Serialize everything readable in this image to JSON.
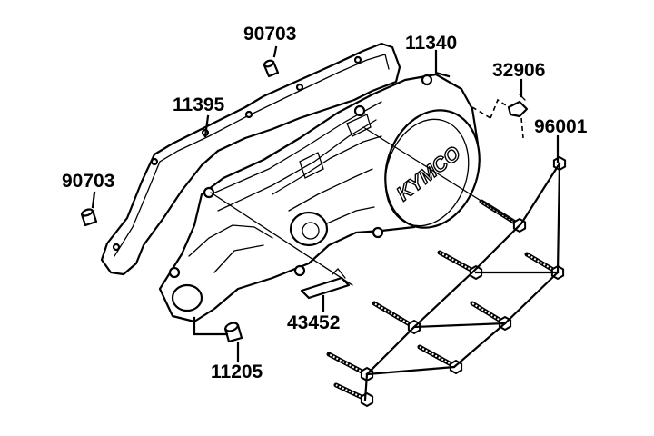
{
  "diagram": {
    "brand_logo": "KYMCO",
    "part_numbers": {
      "dowel_pin_top": "90703",
      "dowel_pin_left": "90703",
      "gasket": "11395",
      "cover": "11340",
      "clip": "32906",
      "bolt": "96001",
      "plate": "43452",
      "collar": "11205"
    }
  },
  "colors": {
    "line": "#000000",
    "background": "#ffffff"
  }
}
